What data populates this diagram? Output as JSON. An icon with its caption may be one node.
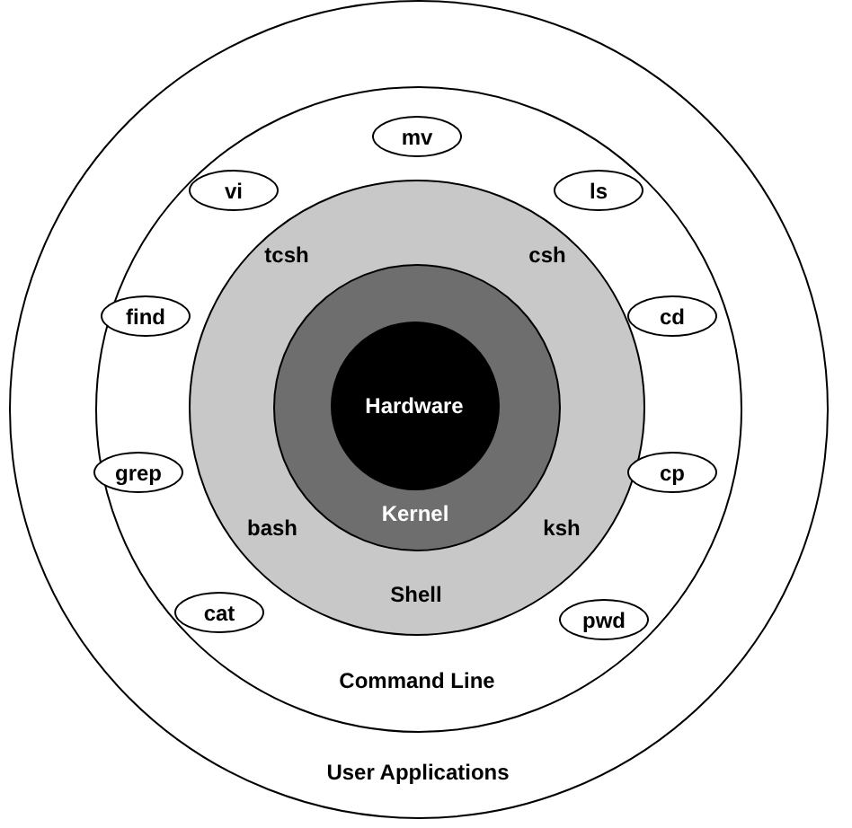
{
  "diagram": {
    "nodes": [
      {
        "text": [
          "User Applications"
        ]
      },
      {
        "text": [
          "Command Line"
        ],
        "in": 0
      },
      {
        "text": [
          "tcsh",
          "csh",
          "bash",
          "ksh",
          "Shell"
        ],
        "in": 1
      },
      {
        "text": [
          "Kernel"
        ],
        "in": 2
      },
      {
        "text": [
          "Hardware"
        ],
        "in": 3
      },
      {
        "text": [
          "mv"
        ],
        "in": 1
      },
      {
        "text": [
          "vi"
        ],
        "in": 1
      },
      {
        "text": [
          "ls"
        ],
        "in": 1
      },
      {
        "text": [
          "find"
        ],
        "in": 1
      },
      {
        "text": [
          "cd"
        ],
        "in": 1
      },
      {
        "text": [
          "grep"
        ],
        "in": 1
      },
      {
        "text": [
          "cp"
        ],
        "in": 1
      },
      {
        "text": [
          "cat"
        ],
        "in": 1
      },
      {
        "text": [
          "pwd"
        ],
        "in": 1
      }
    ]
  }
}
